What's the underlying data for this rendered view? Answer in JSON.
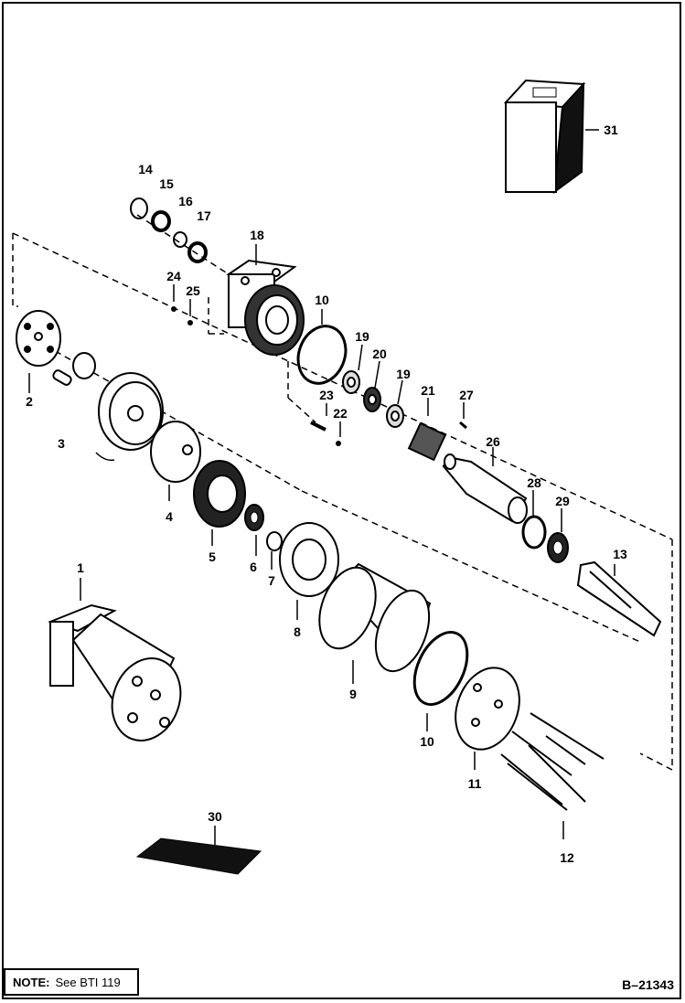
{
  "callouts": {
    "c1": "1",
    "c2": "2",
    "c3": "3",
    "c4": "4",
    "c5": "5",
    "c6": "6",
    "c7": "7",
    "c8": "8",
    "c9": "9",
    "c10a": "10",
    "c10b": "10",
    "c11": "11",
    "c12": "12",
    "c13": "13",
    "c14": "14",
    "c15": "15",
    "c16": "16",
    "c17": "17",
    "c18": "18",
    "c19a": "19",
    "c19b": "19",
    "c20": "20",
    "c21": "21",
    "c22": "22",
    "c23": "23",
    "c24": "24",
    "c25": "25",
    "c26": "26",
    "c27": "27",
    "c28": "28",
    "c29": "29",
    "c30": "30",
    "c31": "31"
  },
  "note": {
    "label": "NOTE:",
    "text": "See BTI 119"
  },
  "drawing_id": "B–21343"
}
